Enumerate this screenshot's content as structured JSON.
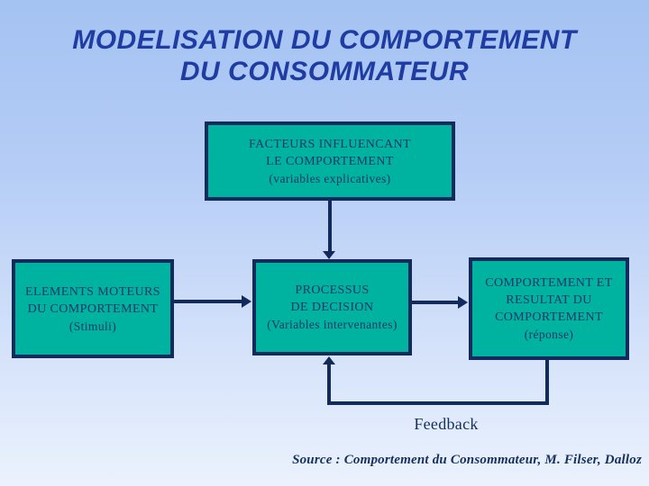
{
  "slide": {
    "title": {
      "line1": "MODELISATION DU COMPORTEMENT",
      "line2": "DU CONSOMMATEUR"
    },
    "boxes": {
      "factors": {
        "line1": "FACTEURS INFLUENCANT",
        "line2": "LE COMPORTEMENT",
        "line3": "(variables explicatives)"
      },
      "stimuli": {
        "line1": "ELEMENTS MOTEURS",
        "line2": "DU COMPORTEMENT",
        "line3": "(Stimuli)"
      },
      "process": {
        "line1": "PROCESSUS",
        "line2": "DE DECISION",
        "line3": "(Variables intervenantes)"
      },
      "response": {
        "line1": "COMPORTEMENT ET",
        "line2": "RESULTAT DU",
        "line3": "COMPORTEMENT",
        "line4": "(réponse)"
      }
    },
    "feedback_label": "Feedback",
    "source_text": "Source : Comportement du Consommateur, M. Filser, Dalloz",
    "colors": {
      "background_top": "#a4c2f2",
      "background_bottom": "#ebf2fd",
      "box_fill": "#00b2a0",
      "box_border": "#132a5c",
      "box_text": "#1d3766",
      "title_text": "#1e3ca2",
      "connector": "#132a5c"
    }
  }
}
